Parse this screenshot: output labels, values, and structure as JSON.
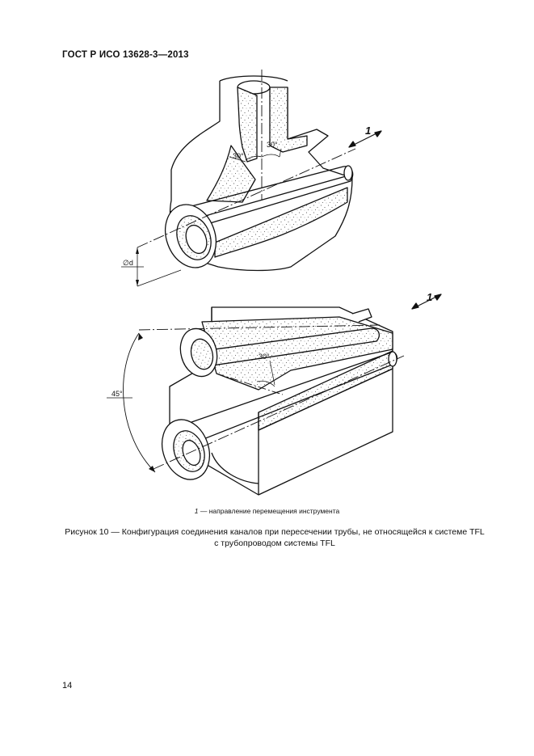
{
  "header": {
    "standard": "ГОСТ Р ИСО  13628-3—2013"
  },
  "figure": {
    "top_labels": {
      "callout": "1",
      "angle_left": "30°",
      "angle_right": "30°",
      "diameter": "∅d"
    },
    "bottom_labels": {
      "callout": "1",
      "angle_mid": "30°",
      "angle_side": "45°"
    }
  },
  "legend": {
    "number": "1",
    "text": " — направление перемещения инструмента"
  },
  "caption": {
    "line1": "Рисунок 10 — Конфигурация соединения каналов при пересечении трубы, не относящейся к системе TFL",
    "line2": "с трубопроводом системы TFL"
  },
  "page": {
    "number": "14"
  }
}
